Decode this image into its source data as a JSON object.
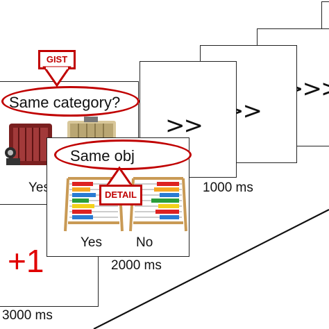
{
  "frames": {
    "fixation": {
      "symbol": "+1",
      "duration": "3000 ms"
    },
    "gist_question": {
      "question": "Same category?",
      "callout": "GIST",
      "answer_yes": "Yes"
    },
    "detail_question": {
      "question": "Same obj",
      "callout": "DETAIL",
      "answer_yes": "Yes",
      "answer_no": "No",
      "duration": "2000 ms"
    },
    "arrow_frame_1": {
      "arrows": ">>",
      "duration": "1000 ms"
    },
    "arrow_frame_2": {
      "arrows": ">>"
    },
    "arrow_frame_3": {
      "arrows": ">>>"
    }
  },
  "colors": {
    "accent_red": "#c00000",
    "fixation_red": "#e00000"
  }
}
